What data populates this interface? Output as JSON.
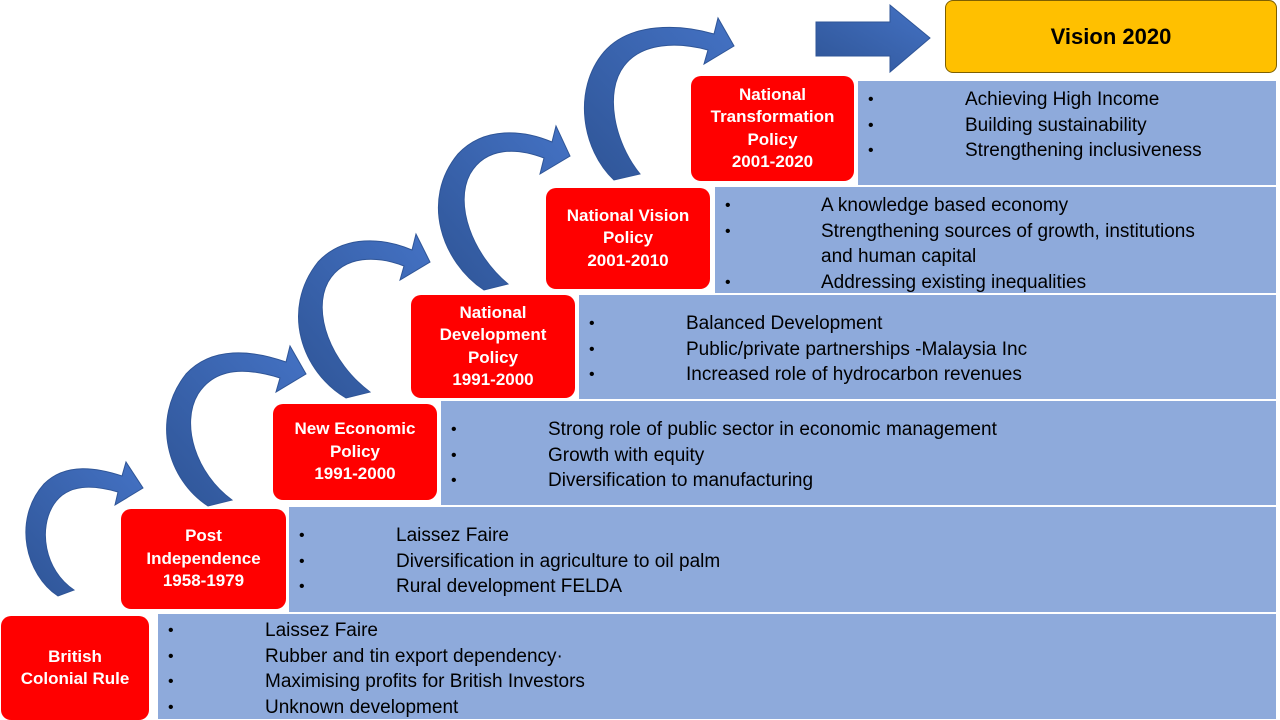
{
  "vision": "Vision 2020",
  "stages": [
    {
      "title": "British\nColonial Rule",
      "points": [
        "Laissez Faire",
        "Rubber and tin export dependency·",
        "Maximising profits for British Investors",
        "Unknown development"
      ]
    },
    {
      "title": "Post\nIndependence\n1958-1979",
      "points": [
        "Laissez Faire",
        "Diversification in agriculture to oil palm",
        "Rural development FELDA"
      ]
    },
    {
      "title": "New Economic\nPolicy\n1991-2000",
      "points": [
        "Strong role of public sector in economic management",
        "Growth with equity",
        "Diversification to manufacturing"
      ]
    },
    {
      "title": "National\nDevelopment\nPolicy\n1991-2000",
      "points": [
        "Balanced Development",
        "Public/private partnerships -Malaysia Inc",
        "Increased role of hydrocarbon revenues"
      ]
    },
    {
      "title": "National Vision\nPolicy\n2001-2010",
      "points": [
        "A knowledge based economy",
        "Strengthening sources of growth, institutions\nand human capital",
        "Addressing existing inequalities"
      ]
    },
    {
      "title": "National\nTransformation\nPolicy\n2001-2020",
      "points": [
        "Achieving High Income",
        "Building sustainability",
        "Strengthening inclusiveness"
      ]
    }
  ],
  "colors": {
    "stage_box": "#ff0000",
    "band": "#8eaadb",
    "vision": "#ffc000",
    "arrow": "#4472c4"
  }
}
